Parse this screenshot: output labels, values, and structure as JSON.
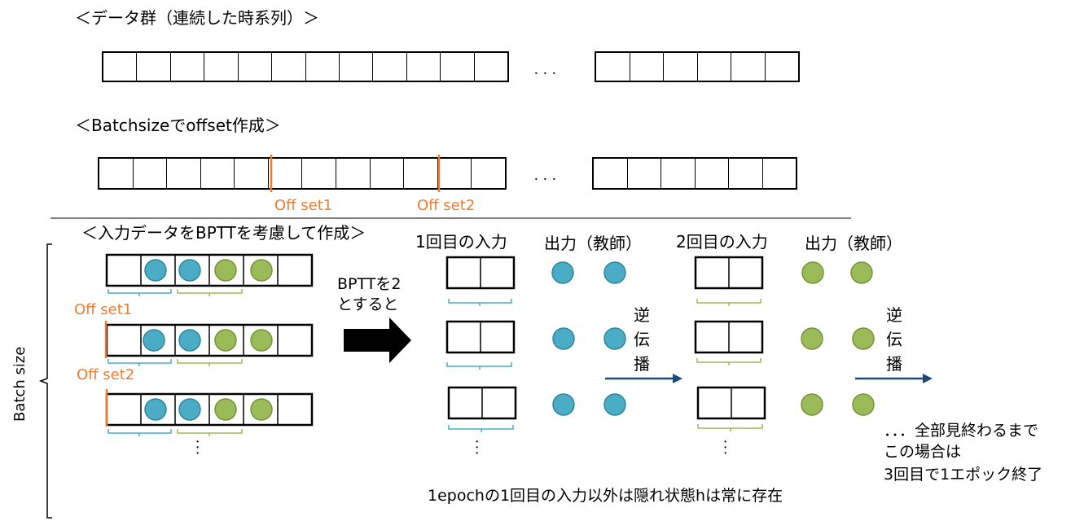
{
  "section1": {
    "title": "＜データ群（連続した時系列）＞",
    "dots": "．．．"
  },
  "section2": {
    "title": "＜Batchsizeでoffset作成＞",
    "dots": "．．．",
    "offset1": "Off set1",
    "offset2": "Off set2"
  },
  "section3": {
    "title": "＜入力データをBPTTを考慮して作成＞",
    "batch_size": "Batch size",
    "offset1": "Off set1",
    "offset2": "Off set2",
    "bptt_note_line1": "BPTTを2",
    "bptt_note_line2": "とすると",
    "input1": "1回目の入力",
    "output1": "出力（教師）",
    "input2": "2回目の入力",
    "output2": "出力（教師）",
    "backprop": [
      "逆",
      "伝",
      "播"
    ],
    "vdots": "．．．",
    "summary_line1": "．．．全部見終わるまで",
    "summary_line2": "この場合は",
    "summary_line3": "3回目で1エポック終了",
    "footnote": "1epochの1回目の入力以外は隠れ状態hは常に存在"
  },
  "colors": {
    "blue": "#4BACC6",
    "green": "#9BBB59",
    "orange": "#ED7D31",
    "navy": "#1F497D"
  }
}
